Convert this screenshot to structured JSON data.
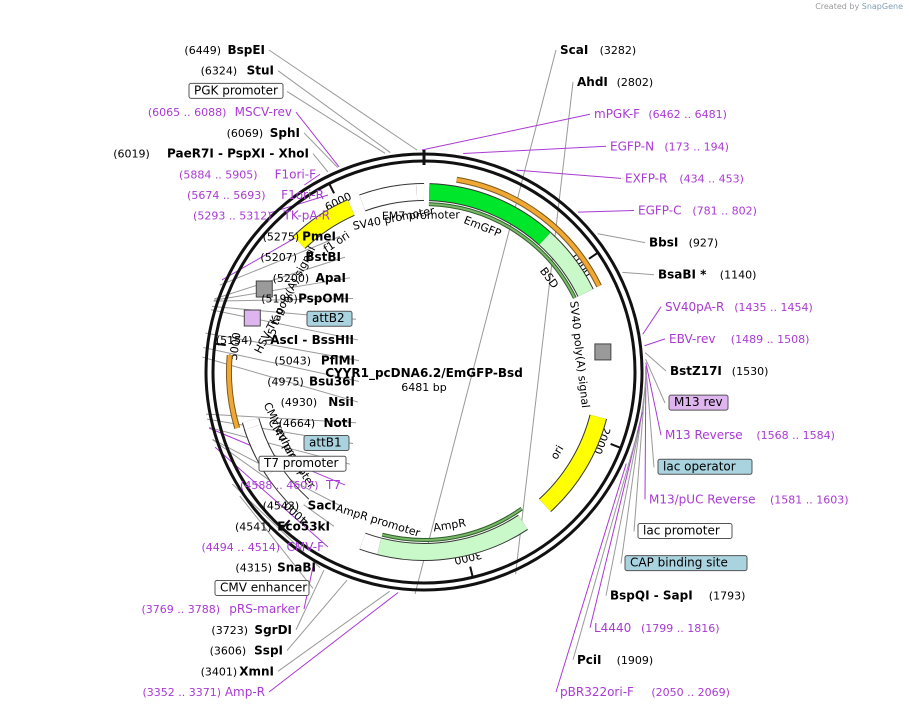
{
  "credit": {
    "prefix": "Created by",
    "brand": "SnapGene"
  },
  "title": "CYYR1_pcDNA6.2/EmGFP-Bsd",
  "size_label": "6481 bp",
  "bp": 6481,
  "colors": {
    "enzyme": "#000000",
    "primer": "#a93ad4",
    "feature_box_cyan": "#a9d3df",
    "feature_box_violet": "#dfb5f0",
    "gfp": "#00e62a",
    "yellow": "#ffff00",
    "mint": "#c9f8c9",
    "orange": "#f0a832"
  },
  "ticks": [
    {
      "label": "1000",
      "pos": 1000
    },
    {
      "label": "2000",
      "pos": 2000
    },
    {
      "label": "3000",
      "pos": 3000
    },
    {
      "label": "4000",
      "pos": 4000
    },
    {
      "label": "5000",
      "pos": 5000
    },
    {
      "label": "6000",
      "pos": 6000
    }
  ],
  "features": [
    {
      "name": "EmGFP",
      "start": 30,
      "end": 760,
      "kind": "gfp",
      "dir": 1,
      "ring": 1
    },
    {
      "name": "BSD",
      "start": 760,
      "end": 1150,
      "kind": "mint",
      "dir": 1,
      "ring": 1
    },
    {
      "name": "EM7 promoter",
      "start": 6440,
      "end": 6481,
      "kind": "white",
      "dir": 1,
      "ring": 1
    },
    {
      "name": "SV40 poly(A) signal",
      "start": 1440,
      "end": 1570,
      "kind": "gray",
      "dir": 0,
      "ring": 1
    },
    {
      "name": "ori",
      "start": 1880,
      "end": 2480,
      "kind": "yellow",
      "dir": -1,
      "ring": 1
    },
    {
      "name": "AmpR",
      "start": 2640,
      "end": 3500,
      "kind": "mint",
      "dir": -1,
      "ring": 1
    },
    {
      "name": "AmpR promoter",
      "start": 3500,
      "end": 3600,
      "kind": "white",
      "dir": -1,
      "ring": 1
    },
    {
      "name": "CMV promoter",
      "start": 4000,
      "end": 4580,
      "kind": "white",
      "dir": 1,
      "ring": 1
    },
    {
      "name": "CMV enhancer",
      "start": 4260,
      "end": 4540,
      "kind": "white",
      "dir": 1,
      "ring": 1
    },
    {
      "name": "V5 tag",
      "start": 5150,
      "end": 5200,
      "kind": "violet",
      "dir": 0,
      "ring": 1
    },
    {
      "name": "HSV TK poly(A) signal",
      "start": 5330,
      "end": 5380,
      "kind": "gray",
      "dir": 0,
      "ring": 1
    },
    {
      "name": "f1 ori",
      "start": 5690,
      "end": 6050,
      "kind": "yellow",
      "dir": 1,
      "ring": 1
    },
    {
      "name": "SV40 promoter",
      "start": 6120,
      "end": 6440,
      "kind": "white",
      "dir": 1,
      "ring": 1
    }
  ],
  "outer_arcs": [
    {
      "start": 173,
      "end": 1150,
      "color": "#f0a832"
    },
    {
      "start": 4560,
      "end": 4950,
      "color": "#f0a832"
    }
  ],
  "inner_arcs": [
    {
      "start": 30,
      "end": 1150,
      "color": "#7ab86a"
    },
    {
      "start": 2600,
      "end": 3500,
      "color": "#7ab86a"
    }
  ],
  "labels": [
    {
      "label": "BspEI",
      "coord": "(6449)",
      "side": "left",
      "type": "enzyme",
      "pos": 6449
    },
    {
      "label": "StuI",
      "coord": "(6324)",
      "side": "left",
      "type": "enzyme",
      "pos": 6324
    },
    {
      "label": "PGK promoter",
      "side": "left",
      "type": "box-white",
      "pos": 6300
    },
    {
      "label": "MSCV-rev",
      "coord": "(6065 .. 6088)",
      "side": "left",
      "type": "primer",
      "pos": 6076
    },
    {
      "label": "SphI",
      "coord": "(6069)",
      "side": "left",
      "type": "enzyme",
      "pos": 6069
    },
    {
      "label": "PaeR7I - PspXI - XhoI",
      "coord": "(6019)",
      "side": "left",
      "type": "enzyme",
      "pos": 6019
    },
    {
      "label": "F1ori-F",
      "coord": "(5884 .. 5905)",
      "side": "left",
      "type": "primer",
      "pos": 5894
    },
    {
      "label": "F1ori-R",
      "coord": "(5674 .. 5693)",
      "side": "left",
      "type": "primer",
      "pos": 5683
    },
    {
      "label": "TK-pA-R",
      "coord": "(5293 .. 5312)",
      "side": "left",
      "type": "primer",
      "pos": 5302
    },
    {
      "label": "PmeI",
      "coord": "(5275)",
      "side": "left",
      "type": "enzyme",
      "pos": 5275
    },
    {
      "label": "BstBI",
      "coord": "(5207)",
      "side": "left",
      "type": "enzyme",
      "pos": 5207
    },
    {
      "label": "ApaI",
      "coord": "(5200)",
      "side": "left",
      "type": "enzyme",
      "pos": 5200
    },
    {
      "label": "PspOMI",
      "coord": "(5196)",
      "side": "left",
      "type": "enzyme",
      "pos": 5196
    },
    {
      "label": "attB2",
      "side": "left",
      "type": "box-cyan",
      "pos": 5170
    },
    {
      "label": "AscI - BssHII",
      "coord": "(5154)",
      "side": "left",
      "type": "enzyme",
      "pos": 5154
    },
    {
      "label": "PflMI",
      "coord": "(5043)",
      "side": "left",
      "type": "enzyme",
      "pos": 5043
    },
    {
      "label": "Bsu36I",
      "coord": "(4975)",
      "side": "left",
      "type": "enzyme",
      "pos": 4975
    },
    {
      "label": "NsiI",
      "coord": "(4930)",
      "side": "left",
      "type": "enzyme",
      "pos": 4930
    },
    {
      "label": "NotI",
      "coord": "(4664)",
      "side": "left",
      "type": "enzyme",
      "pos": 4664
    },
    {
      "label": "attB1",
      "side": "left",
      "type": "box-cyan",
      "pos": 4640
    },
    {
      "label": "T7 promoter",
      "side": "left",
      "type": "box-white",
      "pos": 4600
    },
    {
      "label": "T7",
      "coord": "(4588 .. 4607)",
      "side": "left",
      "type": "primer",
      "pos": 4597
    },
    {
      "label": "SacI",
      "coord": "(4543)",
      "side": "left",
      "type": "enzyme",
      "pos": 4543
    },
    {
      "label": "Eco53kI",
      "coord": "(4541)",
      "side": "left",
      "type": "enzyme",
      "pos": 4541
    },
    {
      "label": "CMV-F",
      "coord": "(4494 .. 4514)",
      "side": "left",
      "type": "primer",
      "pos": 4504
    },
    {
      "label": "SnaBI",
      "coord": "(4315)",
      "side": "left",
      "type": "enzyme",
      "pos": 4315
    },
    {
      "label": "CMV enhancer",
      "side": "left",
      "type": "box-white",
      "pos": 4250
    },
    {
      "label": "pRS-marker",
      "coord": "(3769 .. 3788)",
      "side": "left",
      "type": "primer",
      "pos": 3778
    },
    {
      "label": "SgrDI",
      "coord": "(3723)",
      "side": "left",
      "type": "enzyme",
      "pos": 3723
    },
    {
      "label": "SspI",
      "coord": "(3606)",
      "side": "left",
      "type": "enzyme",
      "pos": 3606
    },
    {
      "label": "XmnI",
      "coord": "(3401)",
      "side": "left",
      "type": "enzyme",
      "pos": 3401
    },
    {
      "label": "Amp-R",
      "coord": "(3352 .. 3371)",
      "side": "left",
      "type": "primer",
      "pos": 3361
    },
    {
      "label": "ScaI",
      "coord": "(3282)",
      "side": "right",
      "type": "enzyme",
      "pos": 3282
    },
    {
      "label": "AhdI",
      "coord": "(2802)",
      "side": "right",
      "type": "enzyme",
      "pos": 2802
    },
    {
      "label": "mPGK-F",
      "coord": "(6462 .. 6481)",
      "side": "right",
      "type": "primer",
      "pos": 6471
    },
    {
      "label": "EGFP-N",
      "coord": "(173 .. 194)",
      "side": "right",
      "type": "primer",
      "pos": 183
    },
    {
      "label": "EXFP-R",
      "coord": "(434 .. 453)",
      "side": "right",
      "type": "primer",
      "pos": 443
    },
    {
      "label": "EGFP-C",
      "coord": "(781 .. 802)",
      "side": "right",
      "type": "primer",
      "pos": 791
    },
    {
      "label": "BbsI",
      "coord": "(927)",
      "side": "right",
      "type": "enzyme",
      "pos": 927
    },
    {
      "label": "BsaBI *",
      "coord": "(1140)",
      "side": "right",
      "type": "enzyme",
      "pos": 1140
    },
    {
      "label": "SV40pA-R",
      "coord": "(1435 .. 1454)",
      "side": "right",
      "type": "primer",
      "pos": 1444
    },
    {
      "label": "EBV-rev",
      "coord": "(1489 .. 1508)",
      "side": "right",
      "type": "primer",
      "pos": 1498
    },
    {
      "label": "BstZ17I",
      "coord": "(1530)",
      "side": "right",
      "type": "enzyme",
      "pos": 1530
    },
    {
      "label": "M13 rev",
      "side": "right",
      "type": "box-violet",
      "pos": 1560
    },
    {
      "label": "M13 Reverse",
      "coord": "(1568 .. 1584)",
      "side": "right",
      "type": "primer",
      "pos": 1576
    },
    {
      "label": "lac operator",
      "side": "right",
      "type": "box-cyan",
      "pos": 1600
    },
    {
      "label": "M13/pUC Reverse",
      "coord": "(1581 .. 1603)",
      "side": "right",
      "type": "primer",
      "pos": 1592
    },
    {
      "label": "lac promoter",
      "side": "right",
      "type": "box-white",
      "pos": 1630
    },
    {
      "label": "CAP binding site",
      "side": "right",
      "type": "box-cyan",
      "pos": 1680
    },
    {
      "label": "BspQI - SapI",
      "coord": "(1793)",
      "side": "right",
      "type": "enzyme",
      "pos": 1793
    },
    {
      "label": "L4440",
      "coord": "(1799 .. 1816)",
      "side": "right",
      "type": "primer",
      "pos": 1807
    },
    {
      "label": "PciI",
      "coord": "(1909)",
      "side": "right",
      "type": "enzyme",
      "pos": 1909
    },
    {
      "label": "pBR322ori-F",
      "coord": "(2050 .. 2069)",
      "side": "right",
      "type": "primer",
      "pos": 2059
    }
  ]
}
